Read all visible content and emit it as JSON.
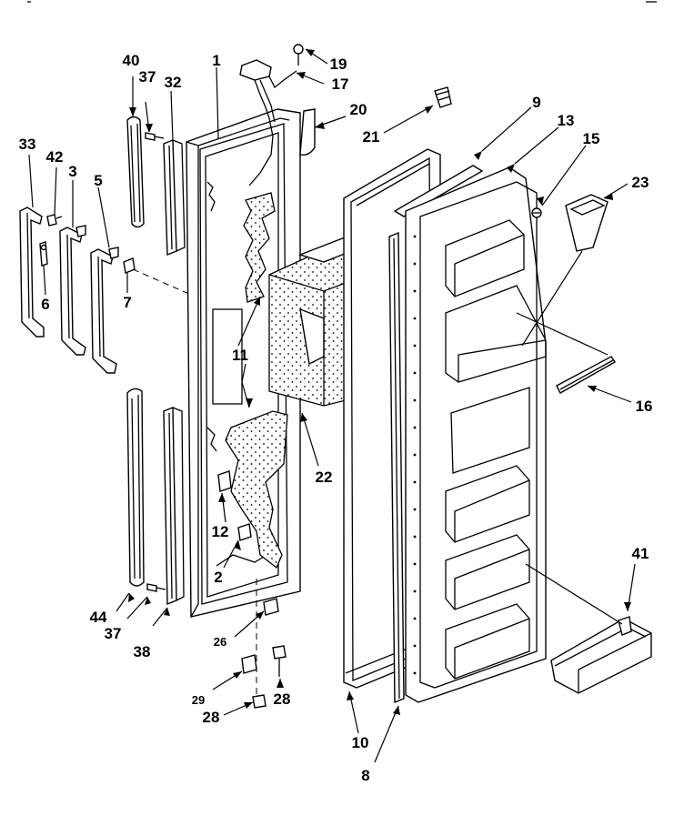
{
  "diagram": {
    "callouts": [
      {
        "id": "1",
        "text": "1"
      },
      {
        "id": "2",
        "text": "2"
      },
      {
        "id": "3",
        "text": "3"
      },
      {
        "id": "5",
        "text": "5"
      },
      {
        "id": "6",
        "text": "6"
      },
      {
        "id": "7",
        "text": "7"
      },
      {
        "id": "8",
        "text": "8"
      },
      {
        "id": "9",
        "text": "9"
      },
      {
        "id": "10",
        "text": "10"
      },
      {
        "id": "11",
        "text": "11"
      },
      {
        "id": "12",
        "text": "12"
      },
      {
        "id": "13",
        "text": "13"
      },
      {
        "id": "15",
        "text": "15"
      },
      {
        "id": "16",
        "text": "16"
      },
      {
        "id": "17",
        "text": "17"
      },
      {
        "id": "19",
        "text": "19"
      },
      {
        "id": "20",
        "text": "20"
      },
      {
        "id": "21",
        "text": "21"
      },
      {
        "id": "22",
        "text": "22"
      },
      {
        "id": "23",
        "text": "23"
      },
      {
        "id": "26",
        "text": "26"
      },
      {
        "id": "28a",
        "text": "28"
      },
      {
        "id": "28b",
        "text": "28"
      },
      {
        "id": "29",
        "text": "29"
      },
      {
        "id": "32",
        "text": "32"
      },
      {
        "id": "33",
        "text": "33"
      },
      {
        "id": "37a",
        "text": "37"
      },
      {
        "id": "37b",
        "text": "37"
      },
      {
        "id": "38",
        "text": "38"
      },
      {
        "id": "40",
        "text": "40"
      },
      {
        "id": "41",
        "text": "41"
      },
      {
        "id": "42",
        "text": "42"
      },
      {
        "id": "44",
        "text": "44"
      }
    ]
  }
}
